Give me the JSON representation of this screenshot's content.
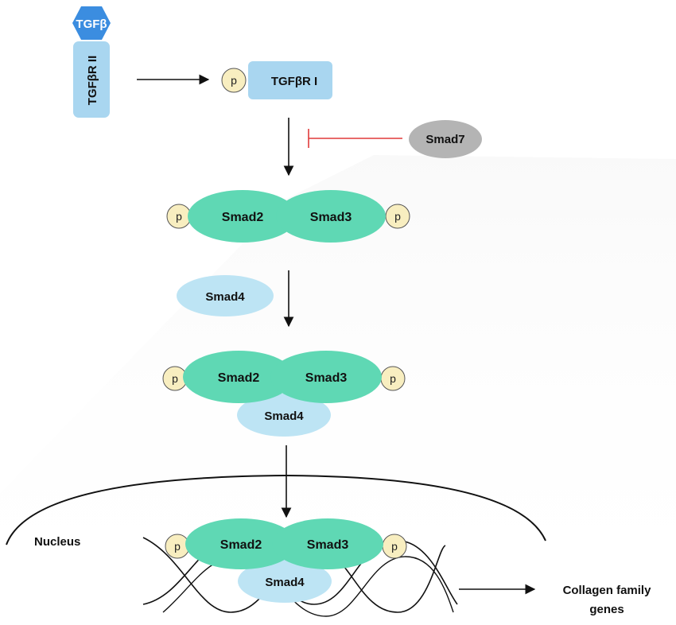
{
  "ligand": {
    "label": "TGFβ",
    "color": "#3b8de0"
  },
  "receptor2": {
    "label": "TGFβR II",
    "color": "#a9d6f0"
  },
  "receptor1": {
    "label": "TGFβR I",
    "color": "#a9d6f0"
  },
  "phospho": {
    "label": "p",
    "color": "#f8eec0"
  },
  "inhibitor": {
    "label": "Smad7",
    "color": "#b4b4b4",
    "line_color": "#e03a3a"
  },
  "smad2": {
    "label": "Smad2",
    "color": "#5fd8b4"
  },
  "smad3": {
    "label": "Smad3",
    "color": "#5fd8b4"
  },
  "smad4": {
    "label": "Smad4",
    "color": "#bde4f4"
  },
  "nucleus": {
    "label": "Nucleus"
  },
  "output": {
    "line1": "Collagen family",
    "line2": "genes"
  }
}
